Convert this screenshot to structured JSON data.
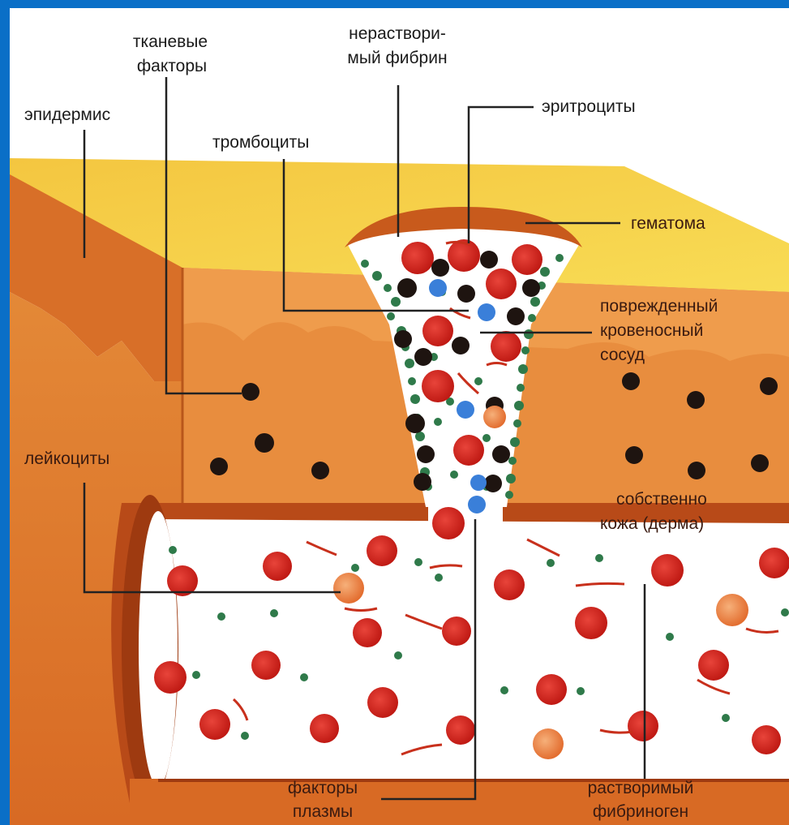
{
  "labels": {
    "tissue_factors": [
      "тканевые",
      "факторы"
    ],
    "insoluble_fibrin": [
      "нераствори-",
      "мый фибрин"
    ],
    "erythrocytes": "эритроциты",
    "epidermis": "эпидермис",
    "thrombocytes": "тромбоциты",
    "hematoma": "гематома",
    "damaged_vessel": [
      "поврежденный",
      "кровеносный",
      "сосуд"
    ],
    "leukocytes": "лейкоциты",
    "dermis": [
      "собственно",
      "кожа (дерма)"
    ],
    "plasma_factors": [
      "факторы",
      "плазмы"
    ],
    "soluble_fibrinogen": [
      "растворимый",
      "фибриноген"
    ]
  },
  "colors": {
    "background_frame": "#0a6fc7",
    "epidermis_yellow": "#f6d23a",
    "skin_orange": "#e8802c",
    "skin_dark": "#c85a1c",
    "erythrocyte_red": "#d9231f",
    "thrombocyte_green": "#2f7a4a",
    "leukocyte_orange": "#ef8a4a",
    "tissue_factor_black": "#1e1410",
    "blue_cell": "#3a7fd9"
  }
}
